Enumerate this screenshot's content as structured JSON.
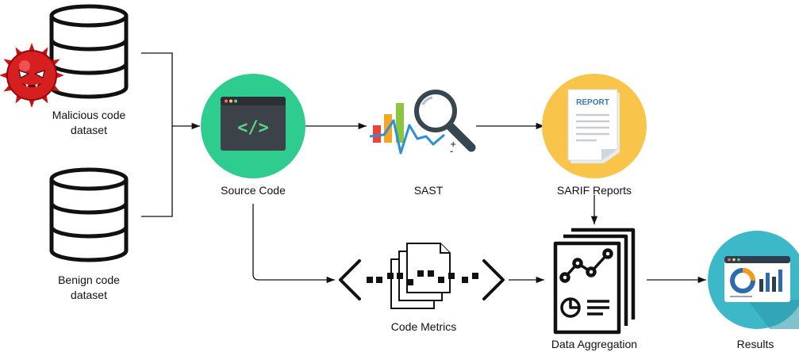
{
  "nodes": {
    "malicious_dataset": {
      "label_line1": "Malicious code",
      "label_line2": "dataset",
      "icon": "database-icon",
      "badge_icon": "virus-icon"
    },
    "benign_dataset": {
      "label_line1": "Benign code",
      "label_line2": "dataset",
      "icon": "database-icon"
    },
    "source_code": {
      "label": "Source Code",
      "icon": "code-window-icon"
    },
    "sast": {
      "label": "SAST",
      "icon": "magnifier-chart-icon"
    },
    "sarif_reports": {
      "label": "SARIF Reports",
      "icon": "report-document-icon",
      "document_text": "REPORT"
    },
    "code_metrics": {
      "label": "Code Metrics",
      "icon": "code-files-icon"
    },
    "data_aggregation": {
      "label": "Data Aggregation",
      "icon": "analytics-document-icon"
    },
    "results": {
      "label": "Results",
      "icon": "dashboard-icon"
    }
  },
  "colors": {
    "line": "#111111",
    "source_code_circle": "#2ecc8f",
    "editor_window": "#3d4148",
    "code_glyph": "#55d68c",
    "sarif_circle": "#f8c54a",
    "results_circle": "#3cb8c9",
    "virus": "#d81f1f",
    "chart_red": "#e9433a",
    "chart_orange": "#f5a623",
    "chart_green": "#8cc63f",
    "chart_blue": "#2f8fd6",
    "magnifier": "#37474f"
  }
}
